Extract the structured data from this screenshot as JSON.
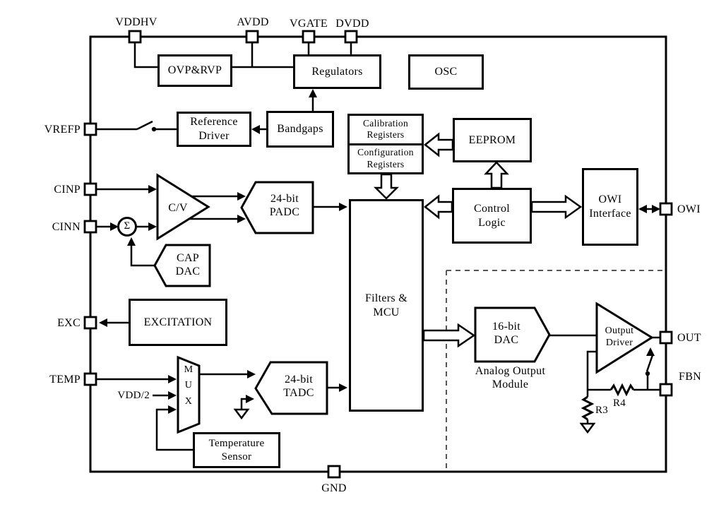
{
  "colors": {
    "line": "#000000",
    "background": "#ffffff",
    "dashed_box": "#555555"
  },
  "pins": {
    "vddhv": "VDDHV",
    "avdd": "AVDD",
    "vgate": "VGATE",
    "dvdd": "DVDD",
    "vrefp": "VREFP",
    "cinp": "CINP",
    "cinn": "CINN",
    "exc": "EXC",
    "temp": "TEMP",
    "owi": "OWI",
    "out": "OUT",
    "fbn": "FBN",
    "gnd": "GND"
  },
  "blocks": {
    "ovp_rvp": "OVP&RVP",
    "regulators": "Regulators",
    "osc": "OSC",
    "reference_driver": "Reference\nDriver",
    "bandgaps": "Bandgaps",
    "calibration_registers": "Calibration\nRegisters",
    "configuration_registers": "Configuration\nRegisters",
    "eeprom": "EEPROM",
    "control_logic": "Control\nLogic",
    "owi_interface": "OWI\nInterface",
    "filters_mcu": "Filters &\nMCU",
    "cv_amplifier": "C/V",
    "sigma": "Σ",
    "padc": "24-bit\nPADC",
    "cap_dac": "CAP\nDAC",
    "excitation": "EXCITATION",
    "mux": "M\nU\nX",
    "tadc": "24-bit\nTADC",
    "temperature_sensor": "Temperature\nSensor",
    "dac_16bit": "16-bit\nDAC",
    "output_driver": "Output\nDriver"
  },
  "labels": {
    "vdd_half": "VDD/2",
    "analog_output_module": "Analog Output\nModule",
    "r3": "R3",
    "r4": "R4"
  }
}
